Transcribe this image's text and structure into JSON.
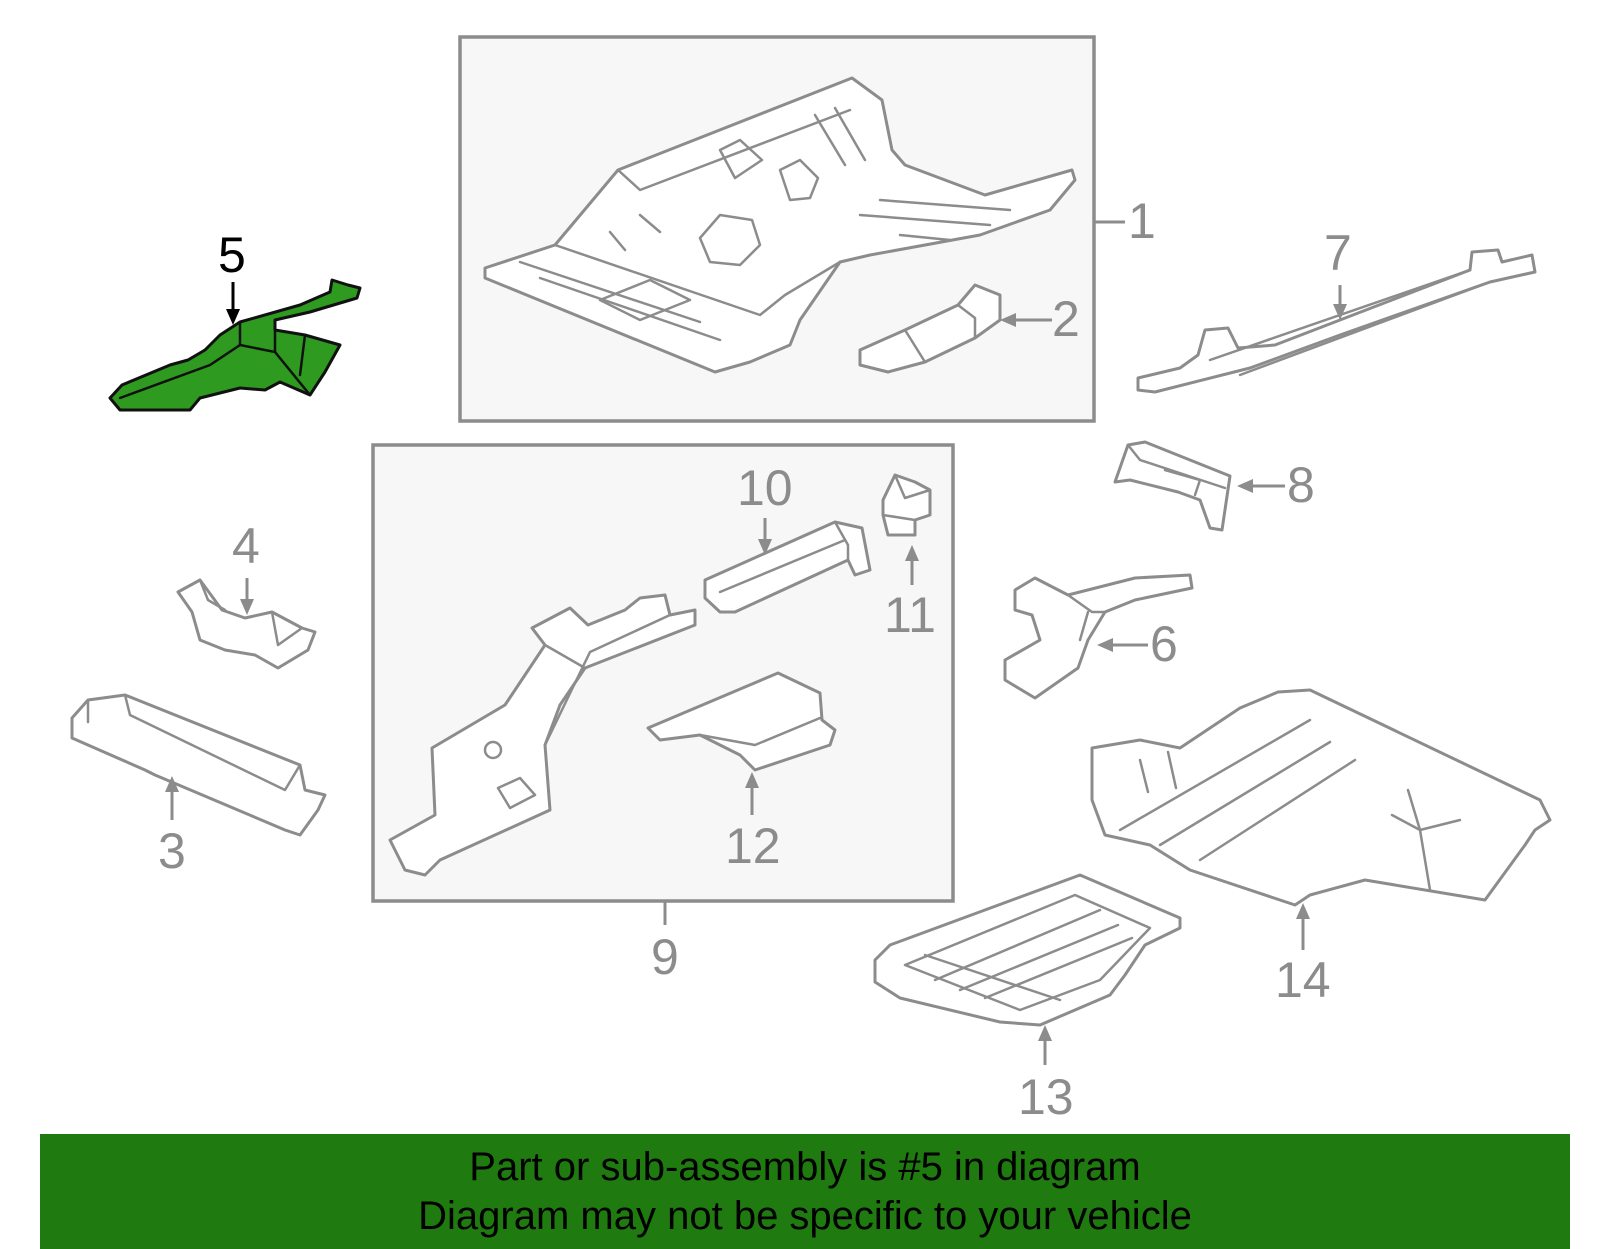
{
  "highlight_color": "#2e9a1f",
  "banner_color": "#1f7a10",
  "callouts": {
    "c1": "1",
    "c2": "2",
    "c3": "3",
    "c4": "4",
    "c5": "5",
    "c6": "6",
    "c7": "7",
    "c8": "8",
    "c9": "9",
    "c10": "10",
    "c11": "11",
    "c12": "12",
    "c13": "13",
    "c14": "14"
  },
  "banner": {
    "line1": "Part or sub-assembly is #5 in diagram",
    "line2": "Diagram may not be specific to your vehicle"
  }
}
